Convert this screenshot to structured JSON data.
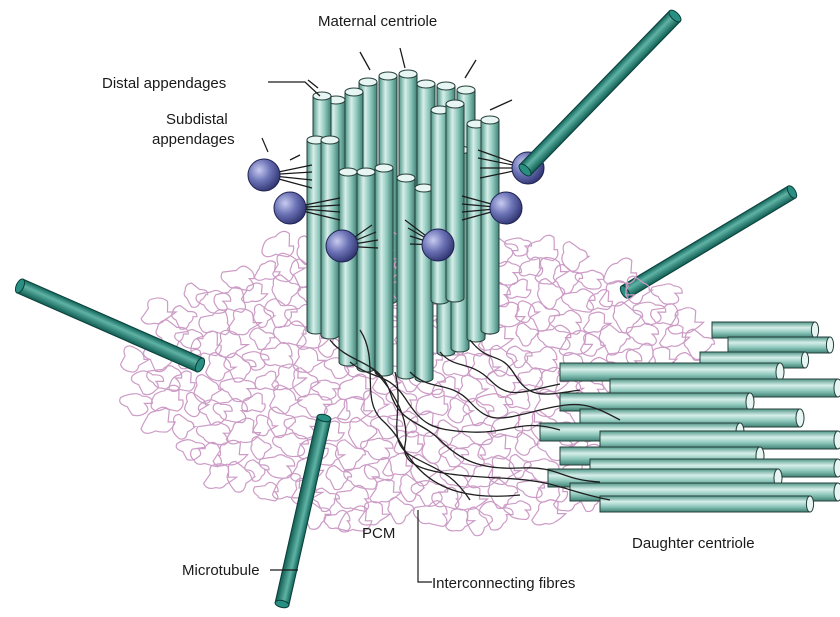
{
  "labels": {
    "maternal_centriole": "Maternal centriole",
    "distal_appendages": "Distal appendages",
    "subdistal_appendages_line1": "Subdistal",
    "subdistal_appendages_line2": "appendages",
    "microtubule": "Microtubule",
    "pcm": "PCM",
    "interconnecting_fibres": "Interconnecting fibres",
    "daughter_centriole": "Daughter centriole"
  },
  "colors": {
    "tubule_fill": "#76b8ab",
    "tubule_highlight": "#d6eee9",
    "tubule_outline": "#253f3a",
    "microtubule_fill": "#1e857a",
    "appendage_ball": "#6c73b6",
    "pcm_outline": "#cc9cc6",
    "fibre": "#1f1f1f"
  },
  "icons": [
    "maternal-centriole",
    "daughter-centriole",
    "microtubule",
    "pcm-cloud",
    "subdistal-appendage-ball"
  ]
}
